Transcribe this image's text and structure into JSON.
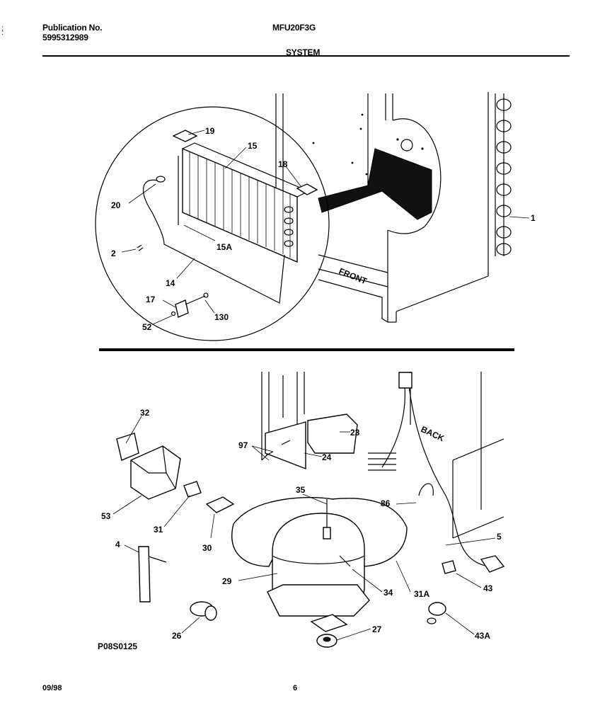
{
  "header": {
    "publication_label": "Publication No.",
    "publication_number": "5995312989",
    "model": "MFU20F3G",
    "section": "SYSTEM"
  },
  "top_diagram": {
    "labels": {
      "p19": "19",
      "p15": "15",
      "p18": "18",
      "p20": "20",
      "p15a": "15A",
      "p2": "2",
      "p14": "14",
      "p17": "17",
      "p130": "130",
      "p52": "52",
      "p1": "1",
      "front": "FRONT"
    }
  },
  "bottom_diagram": {
    "labels": {
      "p32": "32",
      "p97": "97",
      "p23": "23",
      "p24": "24",
      "back": "BACK",
      "p53": "53",
      "p31": "31",
      "p35": "35",
      "p86": "86",
      "p30": "30",
      "p4": "4",
      "p5": "5",
      "p29": "29",
      "p34": "34",
      "p31a": "31A",
      "p43": "43",
      "p26": "26",
      "p27": "27",
      "p43a": "43A"
    }
  },
  "footer": {
    "figure_code": "P08S0125",
    "date": "09/98",
    "page_number": "6"
  }
}
